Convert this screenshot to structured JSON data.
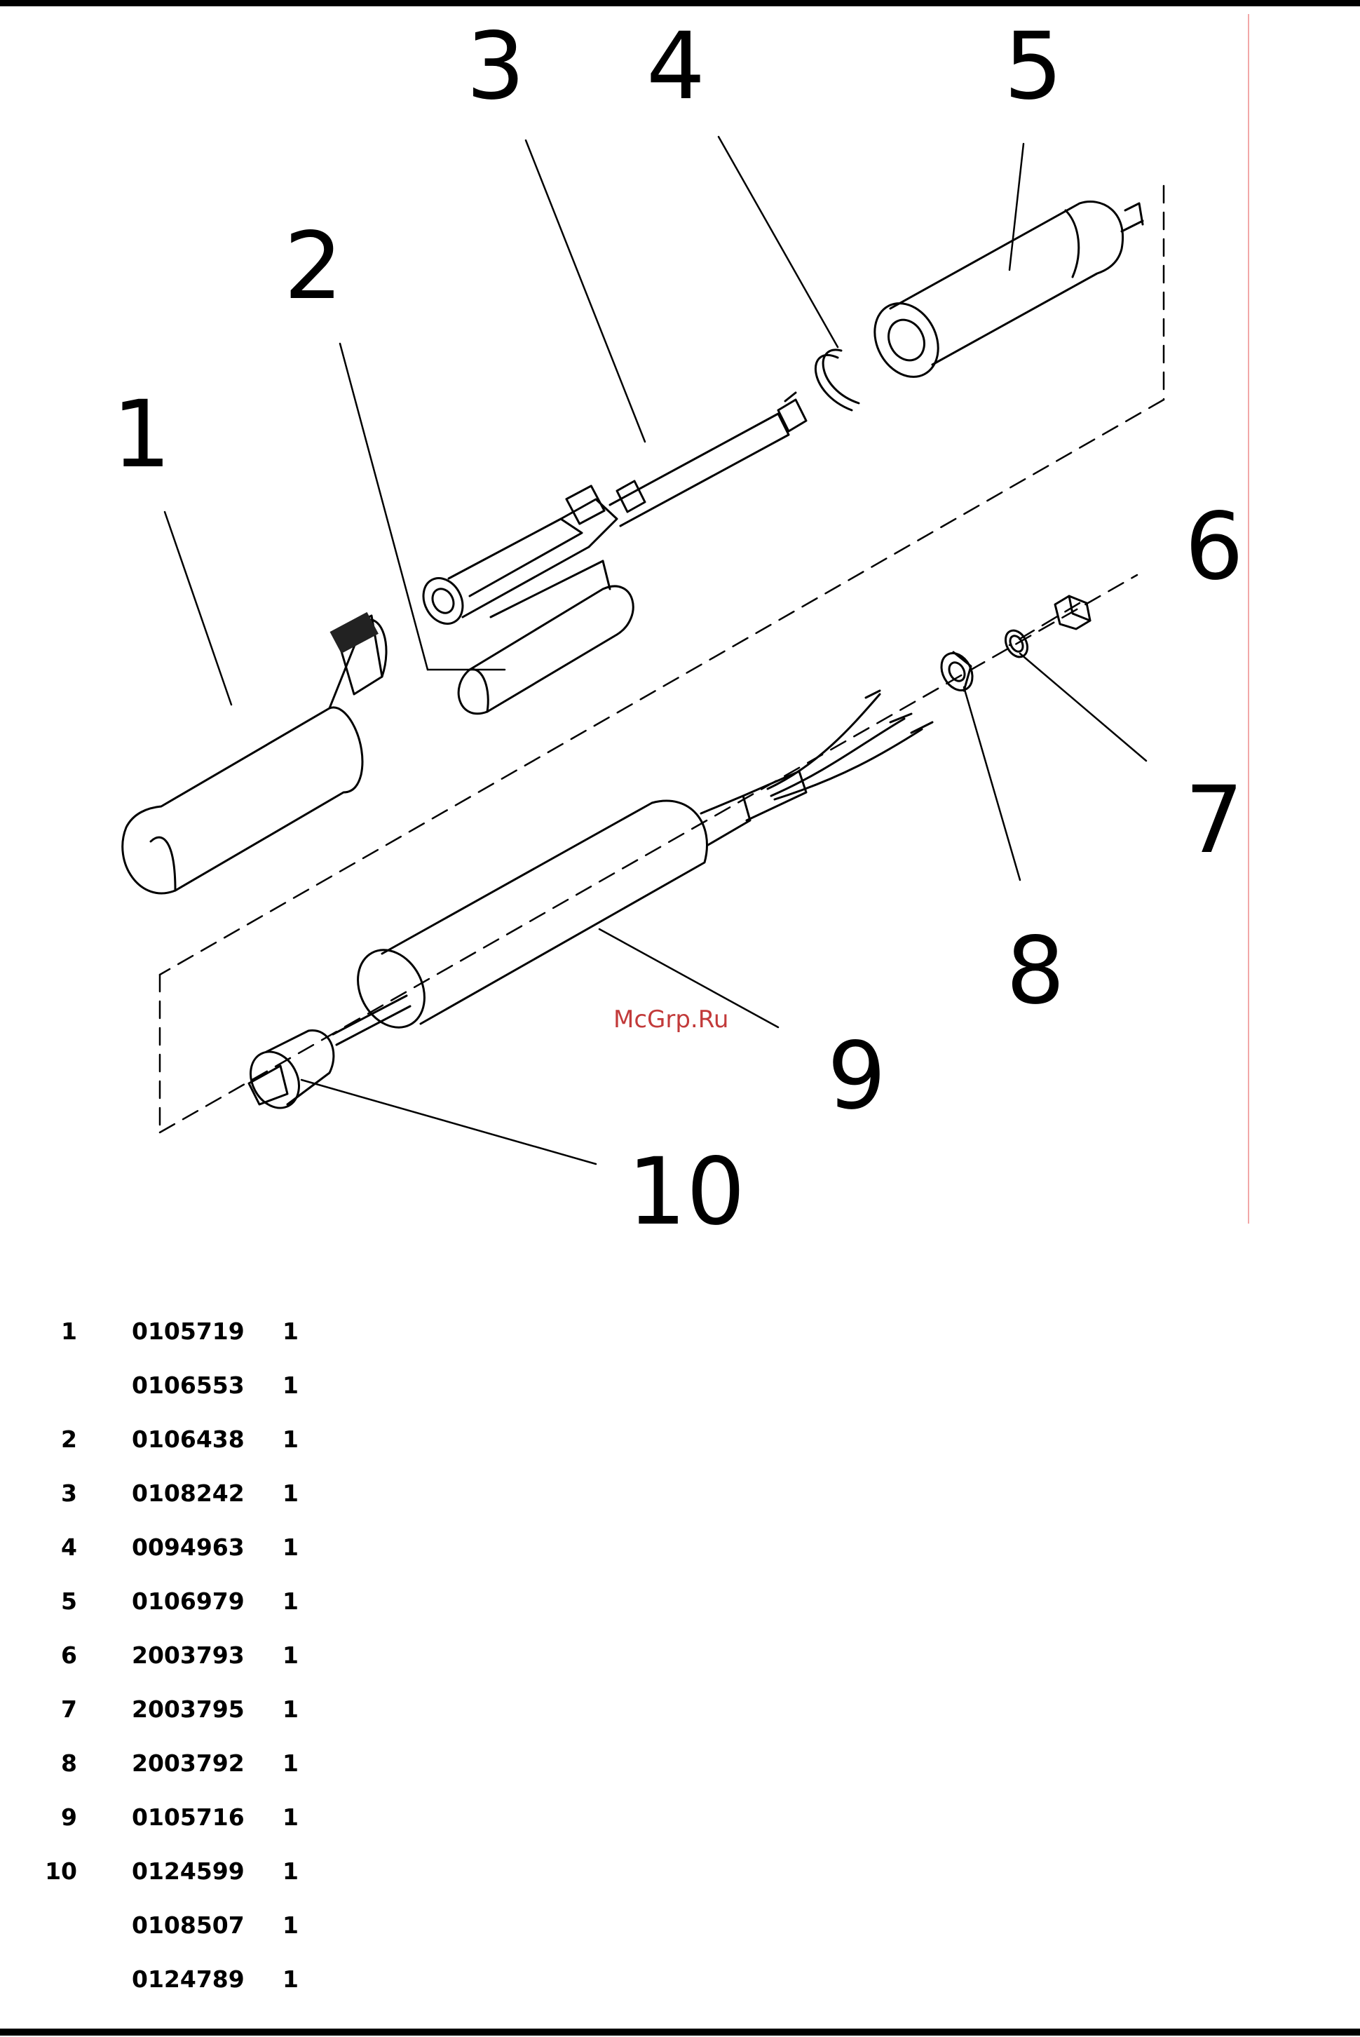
{
  "callouts": [
    "1",
    "2",
    "3",
    "4",
    "5",
    "6",
    "7",
    "8",
    "9",
    "10"
  ],
  "watermark": "McGrp.Ru",
  "parts": [
    {
      "pos": "1",
      "part": "0105719",
      "qty": "1"
    },
    {
      "pos": "",
      "part": "0106553",
      "qty": "1"
    },
    {
      "pos": "2",
      "part": "0106438",
      "qty": "1"
    },
    {
      "pos": "3",
      "part": "0108242",
      "qty": "1"
    },
    {
      "pos": "4",
      "part": "0094963",
      "qty": "1"
    },
    {
      "pos": "5",
      "part": "0106979",
      "qty": "1"
    },
    {
      "pos": "6",
      "part": "2003793",
      "qty": "1"
    },
    {
      "pos": "7",
      "part": "2003795",
      "qty": "1"
    },
    {
      "pos": "8",
      "part": "2003792",
      "qty": "1"
    },
    {
      "pos": "9",
      "part": "0105716",
      "qty": "1"
    },
    {
      "pos": "10",
      "part": "0124599",
      "qty": "1"
    },
    {
      "pos": "",
      "part": "0108507",
      "qty": "1"
    },
    {
      "pos": "",
      "part": "0124789",
      "qty": "1"
    }
  ]
}
